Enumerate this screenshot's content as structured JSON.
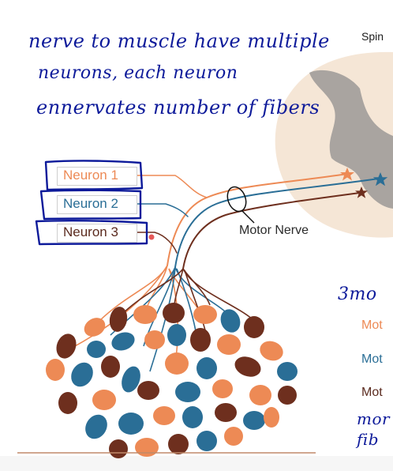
{
  "annotations": {
    "line1": "nerve to muscle have multiple",
    "line2": "neurons, each neuron",
    "line3": "ennervates number of fibers",
    "side_3mo": "3mo",
    "side_mor": "mor",
    "side_fib": "fib"
  },
  "spinal_title": "Spin",
  "neurons": [
    {
      "label": "Neuron 1",
      "color": "#ed8a55"
    },
    {
      "label": "Neuron 2",
      "color": "#2a6e96"
    },
    {
      "label": "Neuron 3",
      "color": "#5b2b1f"
    }
  ],
  "motor_nerve_label": "Motor Nerve",
  "legend": [
    "Mot",
    "Mot",
    "Mot"
  ],
  "colors": {
    "ink": "#0d1a9a",
    "orange": "#ed8a55",
    "blue": "#2a6e96",
    "brown": "#6e2f1e",
    "spinal_cord": "#f5e6d6",
    "grey_matter": "#a9a4a0",
    "baseline": "#c08a6a"
  }
}
